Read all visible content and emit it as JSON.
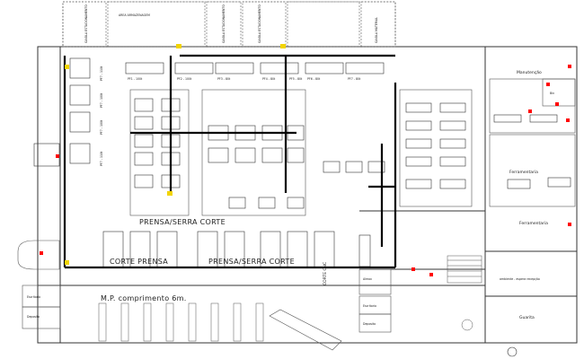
{
  "rooms": {
    "manutencao": "Manutenção",
    "ferramentaria_1": "Ferramentaria",
    "ferramentaria_2": "Ferramentaria",
    "almox": "Almox",
    "guarita": "Guarita",
    "escritorio": "Escritorio",
    "deposito": "Deposito",
    "bin": "Bin",
    "ambiente": "ambiente - espera recepção"
  },
  "areas": {
    "prensa_serra_corte_top": "PRENSA/SERRA CORTE",
    "corte_prensa": "CORTE PRENSA",
    "prensa_serra_corte_bottom": "PRENSA/SERRA CORTE",
    "corte_cnc": "CORTE CNC",
    "mp_comprimento": "M.P. comprimento 6m."
  },
  "line_labels": {
    "pf1": "PF1 - 100t",
    "pf2": "PF2 - 100t",
    "pf3": "PF3 - 80t",
    "pf4": "PF4 - 80t",
    "pf5": "PF5 - 80t",
    "pf6": "PF6 - 80t",
    "pf7": "PF7 - 80t"
  },
  "side_labels": {
    "s1": "PF7 - 110t",
    "s2": "PF7 - 100t",
    "s3": "PF7 - 100t",
    "s4": "PF7 - 110t"
  },
  "bays": {
    "b1": "GAIOLA ESTACIONAMENTO",
    "b2": "AREA ARMAZENAGEM",
    "b3": "GAIOLA ESTACIONAMENTO",
    "b4": "GAIOLA ESTACIONAMENTO",
    "b5": "GAIOLA MATERIAL"
  },
  "colors": {
    "accent": "#ff0000",
    "marker": "#f2d400",
    "line": "#000000"
  }
}
